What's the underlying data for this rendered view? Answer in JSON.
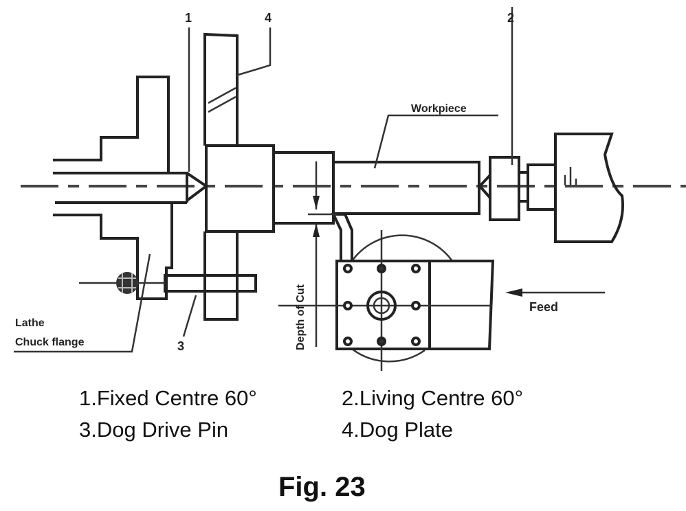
{
  "figure": {
    "callouts": {
      "c1": "1",
      "c2": "2",
      "c3": "3",
      "c4": "4"
    },
    "labels": {
      "workpiece": "Workpiece",
      "depth_of_cut": "Depth of Cut",
      "feed": "Feed",
      "lathe_line1": "Lathe",
      "lathe_line2": "Chuck flange"
    },
    "legend": [
      "1.Fixed Centre 60°",
      "2.Living Centre 60°",
      "3.Dog Drive Pin",
      "4.Dog Plate"
    ],
    "caption": "Fig. 23"
  }
}
